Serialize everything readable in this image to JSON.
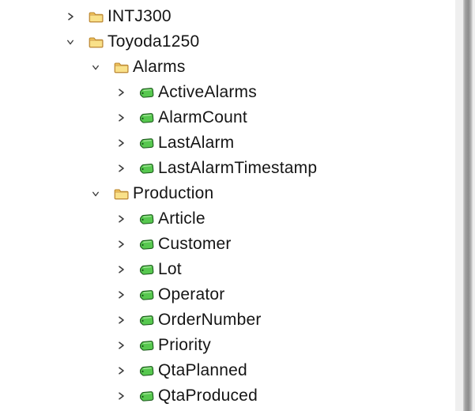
{
  "tree": {
    "items": [
      {
        "label": "INTJ300",
        "level": 1,
        "expanded": false,
        "icon": "folder"
      },
      {
        "label": "Toyoda1250",
        "level": 1,
        "expanded": true,
        "icon": "folder"
      },
      {
        "label": "Alarms",
        "level": 2,
        "expanded": true,
        "icon": "folder"
      },
      {
        "label": "ActiveAlarms",
        "level": 3,
        "expanded": false,
        "icon": "tag"
      },
      {
        "label": "AlarmCount",
        "level": 3,
        "expanded": false,
        "icon": "tag"
      },
      {
        "label": "LastAlarm",
        "level": 3,
        "expanded": false,
        "icon": "tag"
      },
      {
        "label": "LastAlarmTimestamp",
        "level": 3,
        "expanded": false,
        "icon": "tag"
      },
      {
        "label": "Production",
        "level": 2,
        "expanded": true,
        "icon": "folder"
      },
      {
        "label": "Article",
        "level": 3,
        "expanded": false,
        "icon": "tag"
      },
      {
        "label": "Customer",
        "level": 3,
        "expanded": false,
        "icon": "tag"
      },
      {
        "label": "Lot",
        "level": 3,
        "expanded": false,
        "icon": "tag"
      },
      {
        "label": "Operator",
        "level": 3,
        "expanded": false,
        "icon": "tag"
      },
      {
        "label": "OrderNumber",
        "level": 3,
        "expanded": false,
        "icon": "tag"
      },
      {
        "label": "Priority",
        "level": 3,
        "expanded": false,
        "icon": "tag"
      },
      {
        "label": "QtaPlanned",
        "level": 3,
        "expanded": false,
        "icon": "tag"
      },
      {
        "label": "QtaProduced",
        "level": 3,
        "expanded": false,
        "icon": "tag"
      }
    ]
  },
  "icons": {
    "chevron_collapsed": "chevron-right-icon",
    "chevron_expanded": "chevron-down-icon",
    "folder": "folder-icon",
    "variable": "variable-tag-icon"
  },
  "colors": {
    "background": "#ffffff",
    "text": "#151515",
    "chevron": "#3c3c3c",
    "folder_fill": "#f9e189",
    "folder_back_fill": "#eec05a",
    "folder_outline": "#b9852a",
    "tag_fill": "#57c84f",
    "tag_outline": "#1d5b1d",
    "scrollbar_track": "#efefef",
    "scrollbar_thumb": "#8c8c8c"
  }
}
